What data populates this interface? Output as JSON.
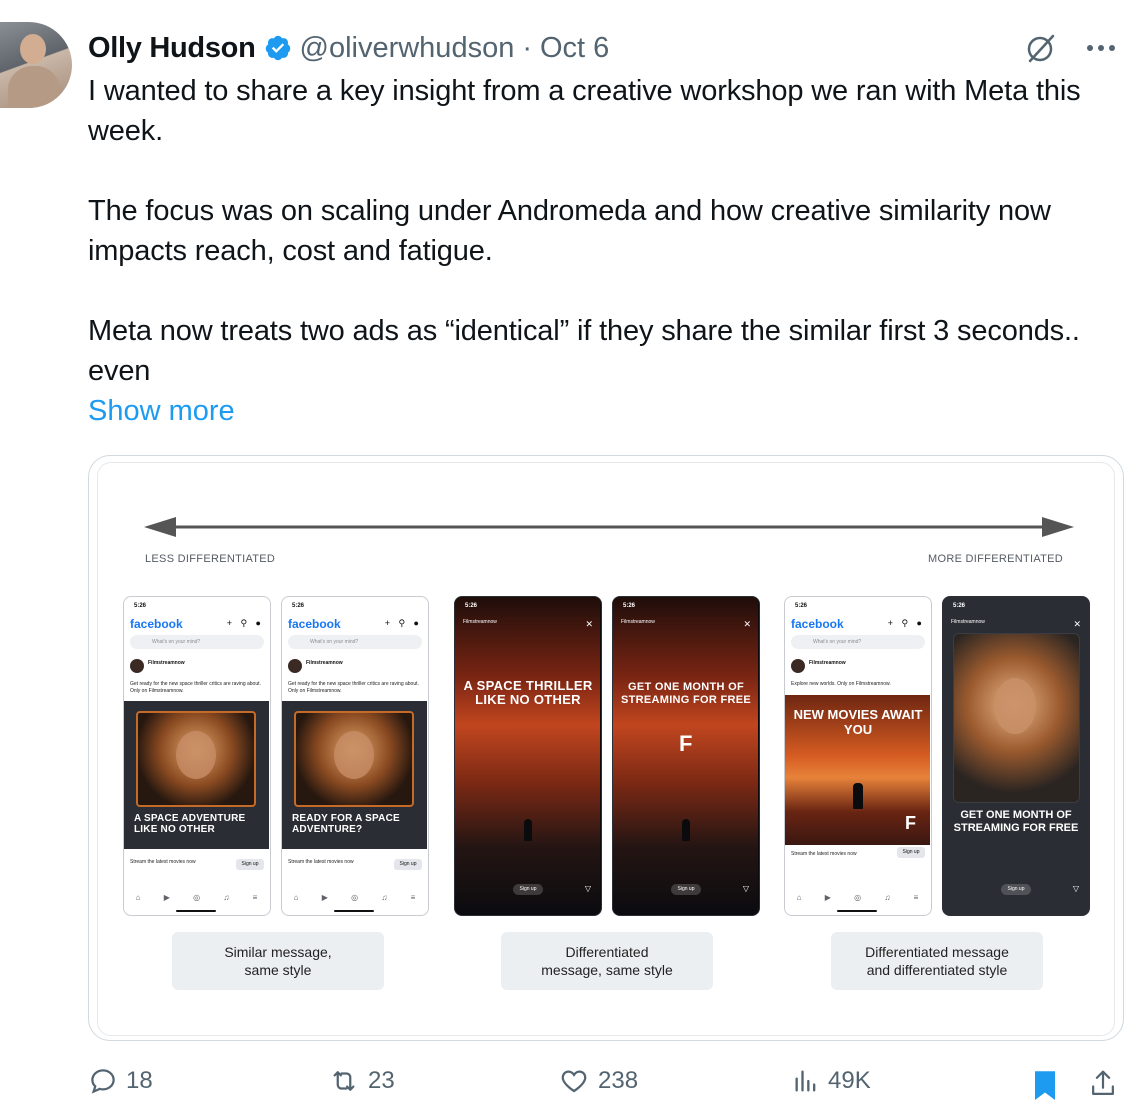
{
  "tweet": {
    "author_name": "Olly Hudson",
    "handle": "@oliverwhudson",
    "separator": "·",
    "date": "Oct 6",
    "paragraphs": [
      "I wanted to share a key insight from a creative workshop we ran with Meta this week.",
      "The focus was on scaling under Andromeda and how creative similarity now impacts reach, cost and fatigue.",
      "Meta now treats two ads as “identical” if they share the similar first 3 seconds.. even"
    ],
    "show_more": "Show more"
  },
  "media": {
    "left_label": "LESS DIFFERENTIATED",
    "right_label": "MORE DIFFERENTIATED",
    "phones": {
      "status_time": "5:26",
      "fb_logo": "facebook",
      "compose_placeholder": "What's on your mind?",
      "brand": "Filmstreamnow",
      "caption1": "Get ready for the new space thriller critics are raving about. Only on Filmstreamnow.",
      "caption2": "Explore new worlds. Only on Filmstreamnow.",
      "cta_line": "Stream the latest movies now",
      "cta_btn": "Sign up",
      "ad1_text": "A SPACE ADVENTURE LIKE NO OTHER",
      "ad2_text": "READY FOR A SPACE ADVENTURE?",
      "story1_text": "A SPACE THRILLER LIKE NO OTHER",
      "story2_text": "GET ONE MONTH OF STREAMING FOR FREE",
      "ad5_text": "NEW MOVIES AWAIT YOU",
      "story6_text": "GET ONE MONTH OF STREAMING FOR FREE",
      "story_signup": "Sign up"
    },
    "captions": [
      "Similar message,\nsame style",
      "Differentiated\nmessage, same style",
      "Differentiated message\nand differentiated style"
    ]
  },
  "actions": {
    "replies": "18",
    "reposts": "23",
    "likes": "238",
    "views": "49K"
  },
  "colors": {
    "link": "#1d9bf0",
    "verified": "#1d9bf0",
    "bookmark": "#1d9bf0",
    "muted": "#536471"
  }
}
